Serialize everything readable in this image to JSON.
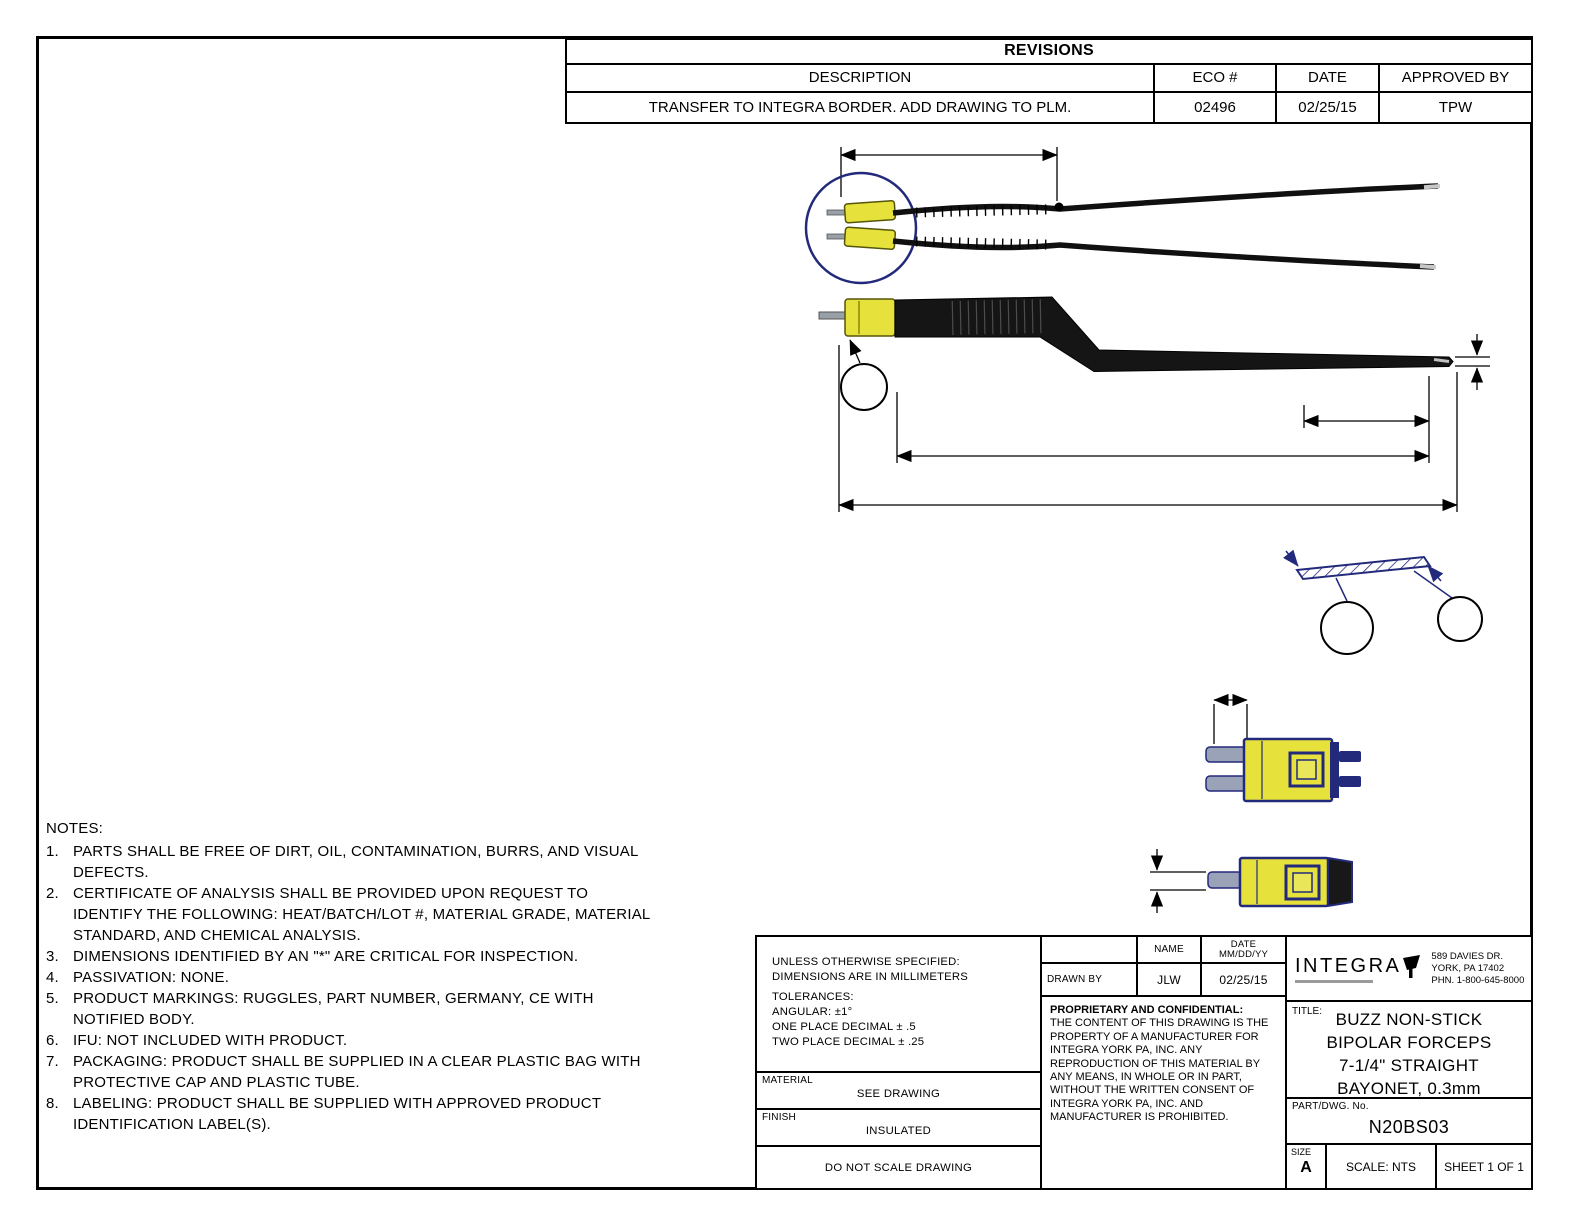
{
  "colors": {
    "connector_yellow": "#e7e23b",
    "connector_yellow_inner": "#eae65a",
    "outline_navy": "#232a7c",
    "metal_gray": "#9aa2b8",
    "ink": "#000000"
  },
  "revisions": {
    "title": "REVISIONS",
    "headers": {
      "description": "DESCRIPTION",
      "eco": "ECO #",
      "date": "DATE",
      "approved_by": "APPROVED BY"
    },
    "row": {
      "description": "TRANSFER TO INTEGRA BORDER. ADD DRAWING TO PLM.",
      "eco": "02496",
      "date": "02/25/15",
      "approved_by": "TPW"
    }
  },
  "notes": {
    "heading": "NOTES:",
    "items": [
      {
        "num": "1.",
        "text": "PARTS SHALL BE FREE OF DIRT, OIL, CONTAMINATION, BURRS, AND VISUAL DEFECTS."
      },
      {
        "num": "2.",
        "text": "CERTIFICATE OF ANALYSIS SHALL BE PROVIDED UPON REQUEST TO IDENTIFY THE FOLLOWING: HEAT/BATCH/LOT #, MATERIAL GRADE, MATERIAL STANDARD, AND CHEMICAL ANALYSIS."
      },
      {
        "num": "3.",
        "text": "DIMENSIONS IDENTIFIED BY AN \"*\" ARE CRITICAL FOR INSPECTION."
      },
      {
        "num": "4.",
        "text": "PASSIVATION: NONE."
      },
      {
        "num": "5.",
        "text": "PRODUCT MARKINGS: RUGGLES, PART NUMBER, GERMANY, CE WITH NOTIFIED BODY."
      },
      {
        "num": "6.",
        "text": "IFU: NOT INCLUDED WITH PRODUCT."
      },
      {
        "num": "7.",
        "text": "PACKAGING: PRODUCT SHALL BE SUPPLIED IN A CLEAR PLASTIC BAG WITH PROTECTIVE CAP AND PLASTIC TUBE."
      },
      {
        "num": "8.",
        "text": "LABELING: PRODUCT SHALL BE SUPPLIED WITH APPROVED PRODUCT IDENTIFICATION LABEL(S)."
      }
    ]
  },
  "title_block": {
    "tolerances": {
      "line1": "UNLESS OTHERWISE SPECIFIED:",
      "line2": "DIMENSIONS ARE IN MILLIMETERS",
      "line3": "TOLERANCES:",
      "line4": "ANGULAR: ±1°",
      "line5": "ONE PLACE DECIMAL ± .5",
      "line6": "TWO PLACE DECIMAL ± .25"
    },
    "material": {
      "label": "MATERIAL",
      "value": "SEE DRAWING"
    },
    "finish": {
      "label": "FINISH",
      "value": "INSULATED"
    },
    "no_scale": "DO NOT SCALE DRAWING",
    "signoff": {
      "name_header": "NAME",
      "date_header": "DATE",
      "date_format": "MM/DD/YY",
      "drawn_by_label": "DRAWN BY",
      "drawn_by_name": "JLW",
      "drawn_by_date": "02/25/15"
    },
    "proprietary": {
      "heading": "PROPRIETARY AND CONFIDENTIAL:",
      "body": "THE CONTENT OF THIS DRAWING IS THE PROPERTY OF A MANUFACTURER FOR INTEGRA YORK PA, INC. ANY REPRODUCTION OF THIS MATERIAL BY ANY MEANS, IN WHOLE OR IN PART, WITHOUT THE WRITTEN CONSENT OF INTEGRA YORK PA, INC. AND MANUFACTURER IS PROHIBITED."
    },
    "company": {
      "logo_text": "INTEGRA",
      "address_line1": "589 DAVIES DR.",
      "address_line2": "YORK, PA 17402",
      "address_line3": "PHN. 1-800-645-8000"
    },
    "title": {
      "label": "TITLE:",
      "line1": "BUZZ NON-STICK",
      "line2": "BIPOLAR FORCEPS",
      "line3": "7-1/4\" STRAIGHT",
      "line4": "BAYONET, 0.3mm"
    },
    "part": {
      "label": "PART/DWG. No.",
      "value": "N20BS03"
    },
    "size": {
      "label": "SIZE",
      "value": "A"
    },
    "scale": "SCALE: NTS",
    "sheet": "SHEET 1 OF 1"
  }
}
